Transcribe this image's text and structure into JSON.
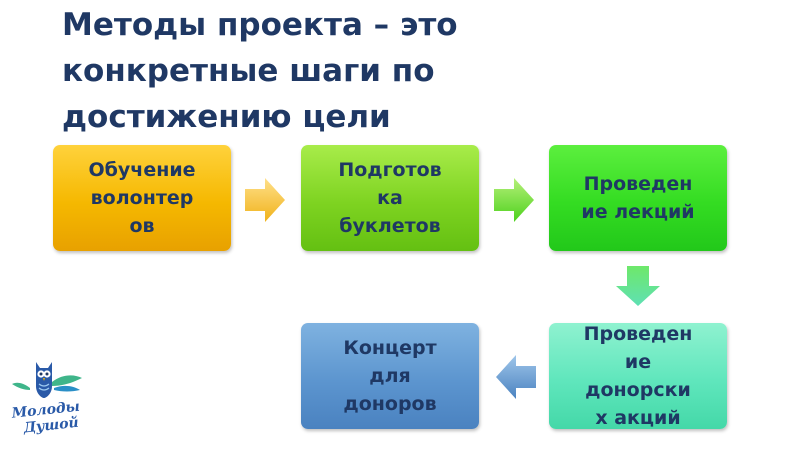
{
  "title": {
    "lines": [
      "Методы проекта – это",
      "конкретные шаги по",
      "достижению цели"
    ]
  },
  "steps": [
    {
      "lines": [
        "Обучение",
        "волонтер",
        "ов"
      ],
      "color": "#f5b800"
    },
    {
      "lines": [
        "Подготов",
        "ка",
        "буклетов"
      ],
      "color": "#7ed321"
    },
    {
      "lines": [
        "Проведен",
        "ие лекций"
      ],
      "color": "#34dc22"
    },
    {
      "lines": [
        "Проведен",
        "ие",
        "донорски",
        "х акций"
      ],
      "color": "#5fe6bc"
    },
    {
      "lines": [
        "Концерт",
        "для",
        "доноров"
      ],
      "color": "#5c95cf"
    }
  ],
  "text_color": "#1f3864",
  "logo": {
    "text": "Молоды Душой",
    "icon": "owl-icon"
  }
}
